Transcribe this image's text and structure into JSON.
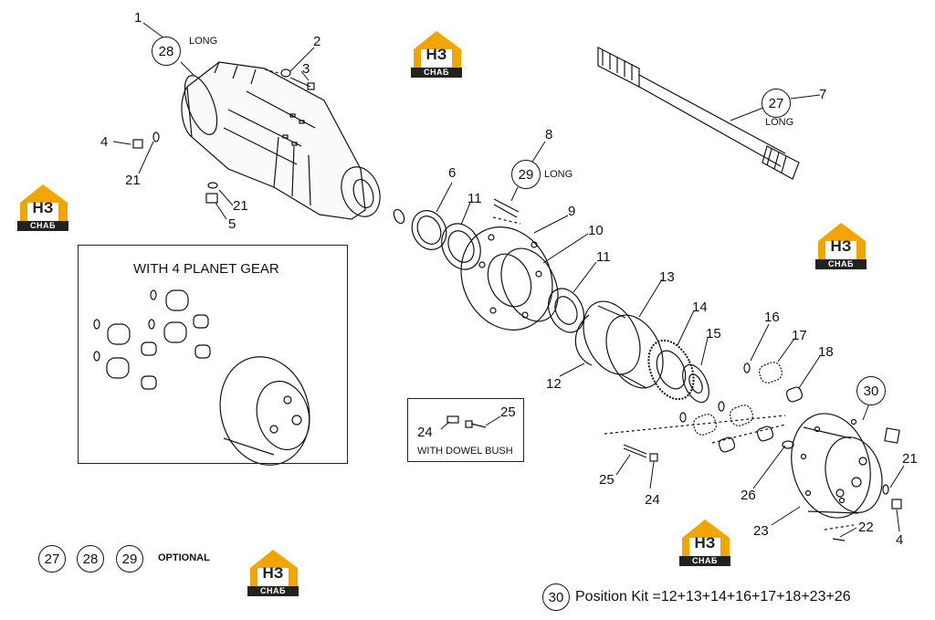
{
  "labels": {
    "n1": "1",
    "n2": "2",
    "n3": "3",
    "n4a": "4",
    "n21a": "21",
    "n21b": "21",
    "n5": "5",
    "n6": "6",
    "n7": "7",
    "n8": "8",
    "n9": "9",
    "n10": "10",
    "n11a": "11",
    "n11b": "11",
    "n12": "12",
    "n13": "13",
    "n14": "14",
    "n15": "15",
    "n16": "16",
    "n17": "17",
    "n18": "18",
    "n21c": "21",
    "n22": "22",
    "n23": "23",
    "n24a": "24",
    "n24b": "24",
    "n25a": "25",
    "n25b": "25",
    "n26": "26",
    "n4b": "4"
  },
  "callouts": {
    "c28": "28",
    "c27": "27",
    "c29": "29",
    "c30": "30",
    "long_28": "LONG",
    "long_27": "LONG",
    "long_29": "LONG"
  },
  "boxes": {
    "planet_title": "WITH 4 PLANET GEAR",
    "dowel_title": "WITH DOWEL BUSH"
  },
  "legend": {
    "opt27": "27",
    "opt28": "28",
    "opt29": "29",
    "optional": "OPTIONAL",
    "kit_num": "30",
    "kit_text": "Position Kit =12+13+14+16+17+18+23+26"
  },
  "watermark": {
    "brand": "НЗ",
    "sub": "СНАБ",
    "color": "#f0a500"
  }
}
